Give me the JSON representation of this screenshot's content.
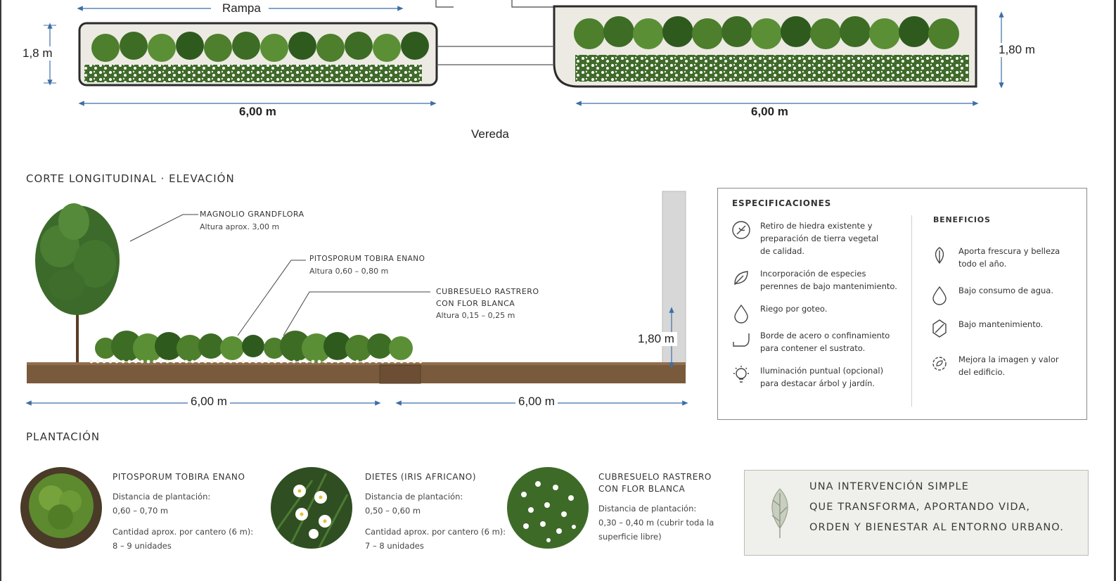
{
  "plan": {
    "rampa_label": "Rampa",
    "left_height": "1,8 m",
    "right_height": "1,80 m",
    "left_width": "6,00 m",
    "right_width": "6,00 m",
    "vereda_label": "Vereda"
  },
  "section": {
    "title": "CORTE LONGITUDINAL · ELEVACIÓN",
    "callouts": [
      {
        "title": "MAGNOLIO GRANDFLORA",
        "sub": "Altura aprox. 3,00 m"
      },
      {
        "title": "PITOSPORUM TOBIRA ENANO",
        "sub": "Altura 0,60 – 0,80 m"
      },
      {
        "title_1": "CUBRESUELO RASTRERO",
        "title_2": "CON FLOR BLANCA",
        "sub": "Altura 0,15 – 0,25 m"
      }
    ],
    "wall_height": "1,80 m",
    "dim_left": "6,00 m",
    "dim_right": "6,00 m"
  },
  "specs": {
    "title": "ESPECIFICACIONES",
    "items": [
      {
        "icon": "no-ivy-icon",
        "lines": [
          "Retiro de hiedra existente y",
          "preparación de tierra vegetal",
          "de calidad."
        ]
      },
      {
        "icon": "leaf-icon",
        "lines": [
          "Incorporación de especies",
          "perennes de bajo mantenimiento."
        ]
      },
      {
        "icon": "water-drop-icon",
        "lines": [
          "Riego por goteo."
        ]
      },
      {
        "icon": "steel-edge-icon",
        "lines": [
          "Borde de acero o confinamiento",
          "para contener el sustrato."
        ]
      },
      {
        "icon": "light-bulb-icon",
        "lines": [
          "Iluminación puntual (opcional)",
          "para destacar árbol y jardín."
        ]
      }
    ],
    "benefits_title": "BENEFICIOS",
    "benefits": [
      {
        "icon": "fresh-leaf-icon",
        "lines": [
          "Aporta frescura y belleza",
          "todo el año."
        ]
      },
      {
        "icon": "water-drop-icon",
        "lines": [
          "Bajo consumo de agua."
        ]
      },
      {
        "icon": "low-maintenance-icon",
        "lines": [
          "Bajo mantenimiento."
        ]
      },
      {
        "icon": "gear-leaf-icon",
        "lines": [
          "Mejora la imagen y valor",
          "del edificio."
        ]
      }
    ]
  },
  "plantacion": {
    "title": "PLANTACIÓN",
    "plants": [
      {
        "name_1": "PITOSPORUM TOBIRA ENANO",
        "dist_label": "Distancia de plantación:",
        "dist_1": "0,60 – 0,70 m",
        "qty_label": "Cantidad aprox. por cantero (6 m):",
        "qty": "8 – 9 unidades"
      },
      {
        "name_1": "DIETES (IRIS AFRICANO)",
        "dist_label": "Distancia de plantación:",
        "dist_1": "0,50 – 0,60 m",
        "qty_label": "Cantidad aprox. por cantero (6 m):",
        "qty": "7 – 8 unidades"
      },
      {
        "name_1": "CUBRESUELO RASTRERO",
        "name_2": "CON FLOR BLANCA",
        "dist_label": "Distancia de plantación:",
        "dist_1": "0,30 – 0,40 m (cubrir toda la",
        "dist_2": "superficie libre)"
      }
    ]
  },
  "quote": {
    "lines": [
      "UNA INTERVENCIÓN SIMPLE",
      "QUE TRANSFORMA, APORTANDO VIDA,",
      "ORDEN Y BIENESTAR AL ENTORNO URBANO."
    ]
  },
  "colors": {
    "dimension_blue": "#3d6ea6",
    "soil": "#7a5a3c",
    "foliage": "#4a7a2c",
    "accent_border": "#8a8a8a"
  }
}
